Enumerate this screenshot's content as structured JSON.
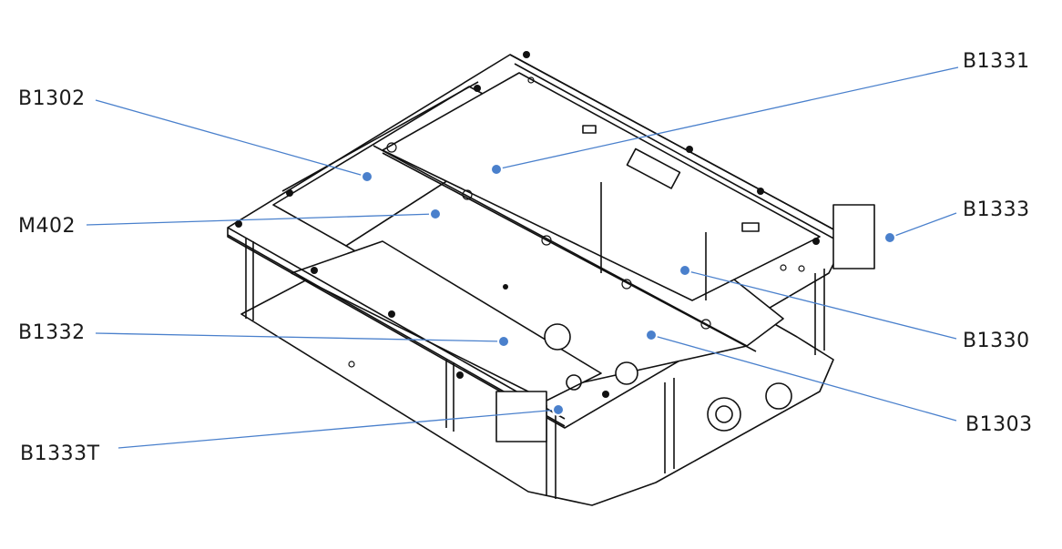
{
  "accent_color": "#4a80cc",
  "callouts": [
    {
      "id": "B1302",
      "label": "B1302",
      "side": "left"
    },
    {
      "id": "M402",
      "label": "M402",
      "side": "left"
    },
    {
      "id": "B1332",
      "label": "B1332",
      "side": "left"
    },
    {
      "id": "B1333T",
      "label": "B1333T",
      "side": "left"
    },
    {
      "id": "B1331",
      "label": "B1331",
      "side": "right"
    },
    {
      "id": "B1333",
      "label": "B1333",
      "side": "right"
    },
    {
      "id": "B1330",
      "label": "B1330",
      "side": "right"
    },
    {
      "id": "B1303",
      "label": "B1303",
      "side": "right"
    }
  ]
}
